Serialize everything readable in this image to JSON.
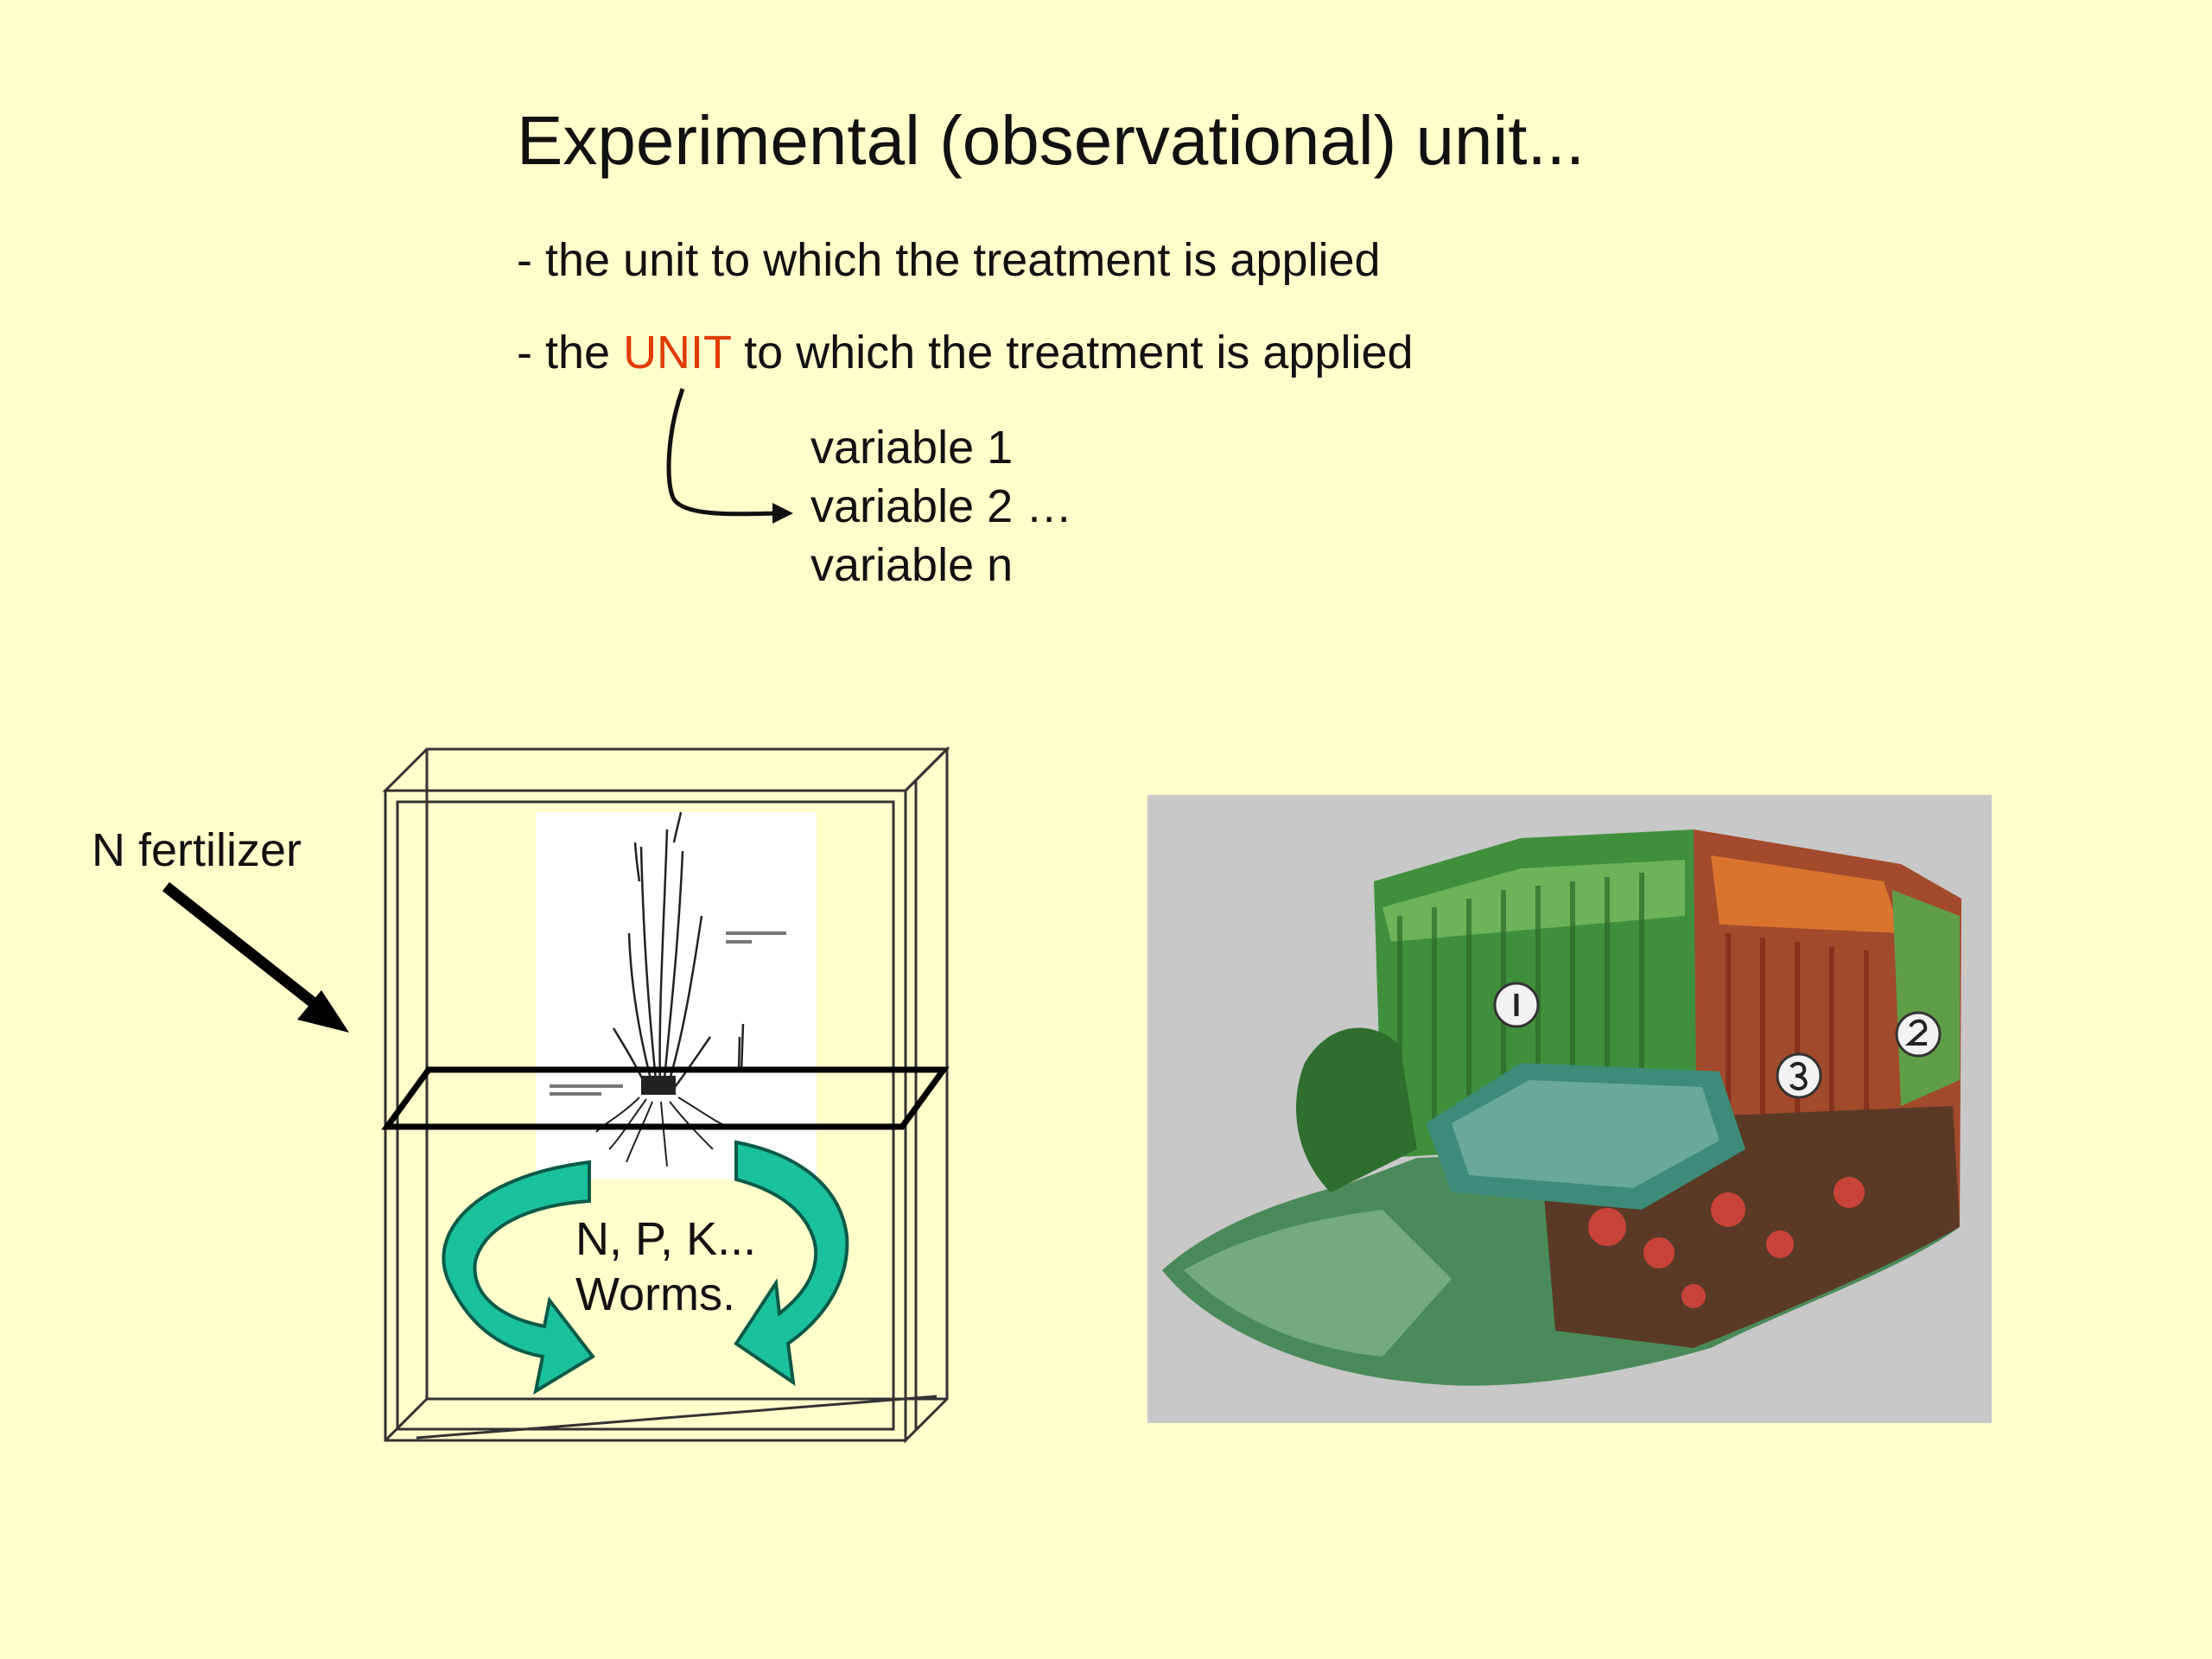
{
  "slide": {
    "title": "Experimental (observational) unit...",
    "line1": "- the unit to which the treatment is applied",
    "line2": {
      "prefix": "- the ",
      "highlight": "UNIT",
      "suffix": " to which the treatment is applied"
    },
    "variables": [
      "variable 1",
      "variable 2 …",
      "variable n"
    ],
    "fertilizer_label": "N fertilizer",
    "cycle_label": [
      "N, P, K...",
      "Worms."
    ]
  },
  "colors": {
    "background": "#ffffcc",
    "highlight": "#e03c00",
    "arrow_fill": "#19c29c",
    "arrow_stroke": "#0b5a47",
    "photo_background": "#c8c8c8"
  },
  "icons": {
    "curved_arrow": "curved-arrow-icon",
    "diagonal_arrow": "arrow-down-right-icon",
    "cycle_arrows": "circular-arrows-icon",
    "plant": "grass-plant-drawing",
    "ecosystem": "ecosystem-cutaway-illustration"
  }
}
